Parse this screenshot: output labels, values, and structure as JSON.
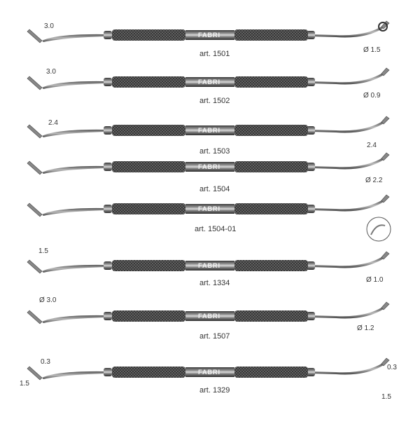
{
  "brand": "FABRI",
  "instruments": [
    {
      "art": "art. 1501",
      "left": [
        "3.0"
      ],
      "right": [
        "Ø 1.5"
      ]
    },
    {
      "art": "art. 1502",
      "left": [
        "3.0"
      ],
      "right": [
        "Ø 0.9"
      ]
    },
    {
      "art": "art. 1503",
      "left": [
        "2.4"
      ],
      "right": [
        "2.4"
      ]
    },
    {
      "art": "art. 1504",
      "left": [],
      "right": [
        "Ø 2.2"
      ]
    },
    {
      "art": "art. 1504-01",
      "left": [],
      "right": []
    },
    {
      "art": "art. 1334",
      "left": [
        "1.5"
      ],
      "right": [
        "Ø 1.0"
      ]
    },
    {
      "art": "art. 1507",
      "left": [
        "Ø 3.0"
      ],
      "right": [
        "Ø 1.2"
      ]
    },
    {
      "art": "art. 1329",
      "left": [
        "0.3",
        "1.5"
      ],
      "right": [
        "0.3",
        "1.5"
      ]
    }
  ]
}
